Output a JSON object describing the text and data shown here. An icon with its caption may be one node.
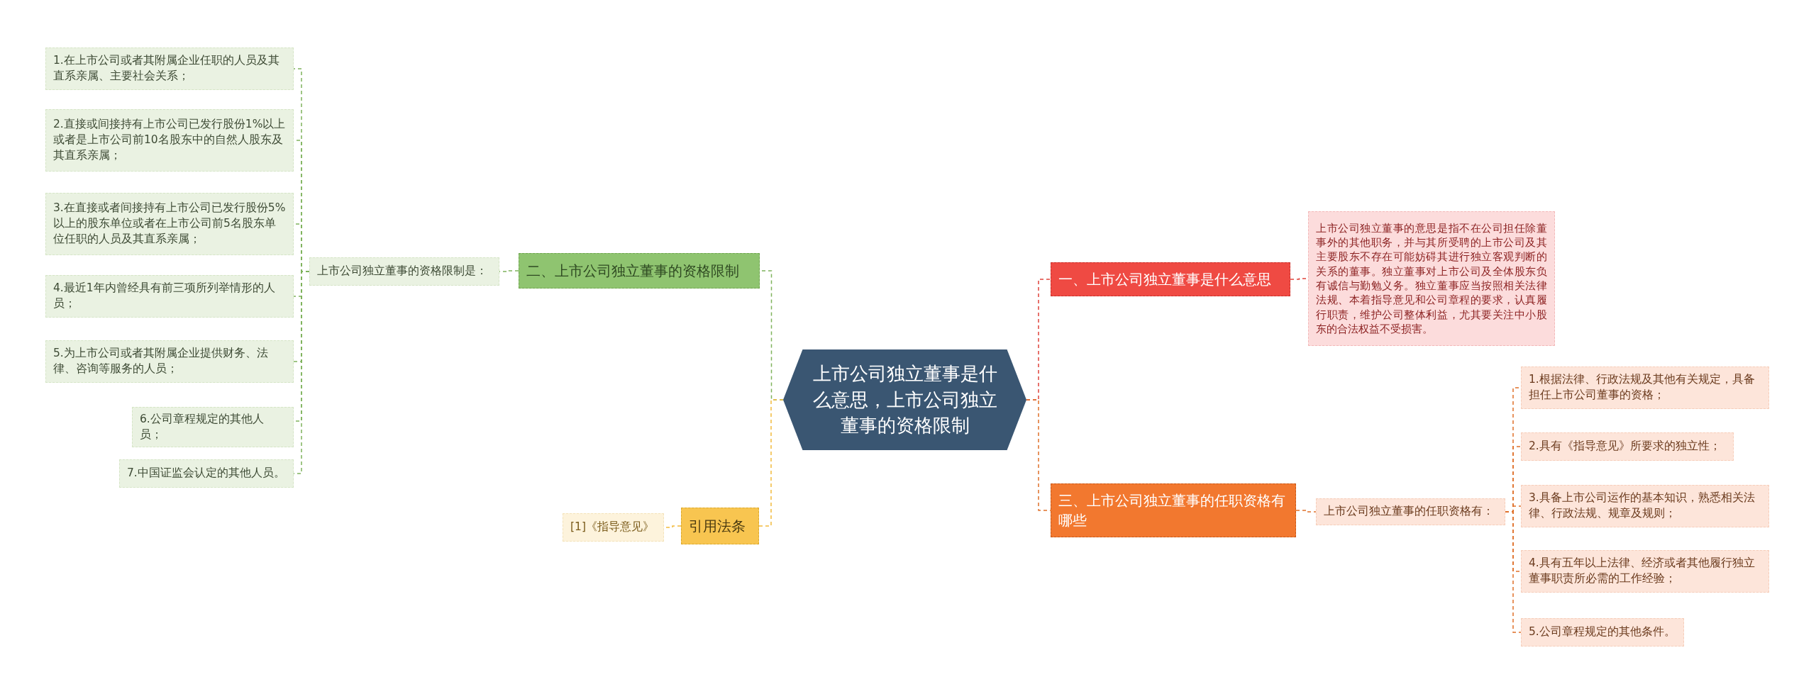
{
  "diagram": {
    "nodes": [
      {
        "text": [
          "上市公司独立董事是什么意思，上市公司独立董事的资格限制"
        ]
      },
      {
        "text": [
          "一、上市公司独立董事是什么意思"
        ]
      },
      {
        "text": [
          "上市公司独立董事的意思是指不在公司担任除董事外的其他职务，并与其所受聘的上市公司及其主要股东不存在可能妨碍其进行独立客观判断的关系的董事。独立董事对上市公司及全体股东负有诚信与勤勉义务。独立董事应当按照相关法律法规、本着指导意见和公司章程的要求，认真履行职责，维护公司整体利益，尤其要关注中小股东的合法权益不受损害。"
        ]
      },
      {
        "text": [
          "三、上市公司独立董事的任职资格有哪些"
        ]
      },
      {
        "text": [
          "上市公司独立董事的任职资格有："
        ]
      },
      {
        "text": [
          "1.根据法律、行政法规及其他有关规定，具备担任上市公司董事的资格；"
        ]
      },
      {
        "text": [
          "2.具有《指导意见》所要求的独立性；"
        ]
      },
      {
        "text": [
          "3.具备上市公司运作的基本知识，熟悉相关法律、行政法规、规章及规则；"
        ]
      },
      {
        "text": [
          "4.具有五年以上法律、经济或者其他履行独立董事职责所必需的工作经验；"
        ]
      },
      {
        "text": [
          "5.公司章程规定的其他条件。"
        ]
      },
      {
        "text": [
          "二、上市公司独立董事的资格限制"
        ]
      },
      {
        "text": [
          "上市公司独立董事的资格限制是："
        ]
      },
      {
        "text": [
          "1.在上市公司或者其附属企业任职的人员及其直系亲属、主要社会关系；"
        ]
      },
      {
        "text": [
          "2.直接或间接持有上市公司已发行股份1%以上或者是上市公司前10名股东中的自然人股东及其直系亲属；"
        ]
      },
      {
        "text": [
          "3.在直接或者间接持有上市公司已发行股份5%以上的股东单位或者在上市公司前5名股东单位任职的人员及其直系亲属；"
        ]
      },
      {
        "text": [
          "4.最近1年内曾经具有前三项所列举情形的人员；"
        ]
      },
      {
        "text": [
          "5.为上市公司或者其附属企业提供财务、法律、咨询等服务的人员；"
        ]
      },
      {
        "text": [
          "6.公司章程规定的其他人员；"
        ]
      },
      {
        "text": [
          "7.中国证监会认定的其他人员。"
        ]
      },
      {
        "text": [
          "引用法条"
        ]
      },
      {
        "text": [
          "[1]《指导意见》"
        ]
      }
    ],
    "edges": [
      {
        "from": 0,
        "to": 1,
        "arrow": "none",
        "style": "dashed",
        "color": "#e0433b"
      },
      {
        "from": 1,
        "to": 2,
        "arrow": "none",
        "style": "dashed",
        "color": "#e0433b"
      },
      {
        "from": 0,
        "to": 3,
        "arrow": "none",
        "style": "dashed",
        "color": "#e0702a"
      },
      {
        "from": 3,
        "to": 4,
        "arrow": "none",
        "style": "dashed",
        "color": "#e0702a"
      },
      {
        "from": 4,
        "to": 5,
        "arrow": "none",
        "style": "dashed",
        "color": "#e0702a"
      },
      {
        "from": 4,
        "to": 6,
        "arrow": "none",
        "style": "dashed",
        "color": "#e0702a"
      },
      {
        "from": 4,
        "to": 7,
        "arrow": "none",
        "style": "dashed",
        "color": "#e0702a"
      },
      {
        "from": 4,
        "to": 8,
        "arrow": "none",
        "style": "dashed",
        "color": "#e0702a"
      },
      {
        "from": 4,
        "to": 9,
        "arrow": "none",
        "style": "dashed",
        "color": "#e0702a"
      },
      {
        "from": 0,
        "to": 10,
        "arrow": "none",
        "style": "dashed",
        "color": "#7fb35c"
      },
      {
        "from": 10,
        "to": 11,
        "arrow": "none",
        "style": "dashed",
        "color": "#7fb35c"
      },
      {
        "from": 11,
        "to": 12,
        "arrow": "none",
        "style": "dashed",
        "color": "#7fb35c"
      },
      {
        "from": 11,
        "to": 13,
        "arrow": "none",
        "style": "dashed",
        "color": "#7fb35c"
      },
      {
        "from": 11,
        "to": 14,
        "arrow": "none",
        "style": "dashed",
        "color": "#7fb35c"
      },
      {
        "from": 11,
        "to": 15,
        "arrow": "none",
        "style": "dashed",
        "color": "#7fb35c"
      },
      {
        "from": 11,
        "to": 16,
        "arrow": "none",
        "style": "dashed",
        "color": "#7fb35c"
      },
      {
        "from": 11,
        "to": 17,
        "arrow": "none",
        "style": "dashed",
        "color": "#7fb35c"
      },
      {
        "from": 11,
        "to": 18,
        "arrow": "none",
        "style": "dashed",
        "color": "#7fb35c"
      },
      {
        "from": 0,
        "to": 19,
        "arrow": "none",
        "style": "dashed",
        "color": "#f2bb3d"
      },
      {
        "from": 19,
        "to": 20,
        "arrow": "none",
        "style": "dashed",
        "color": "#f2bb3d"
      }
    ]
  }
}
